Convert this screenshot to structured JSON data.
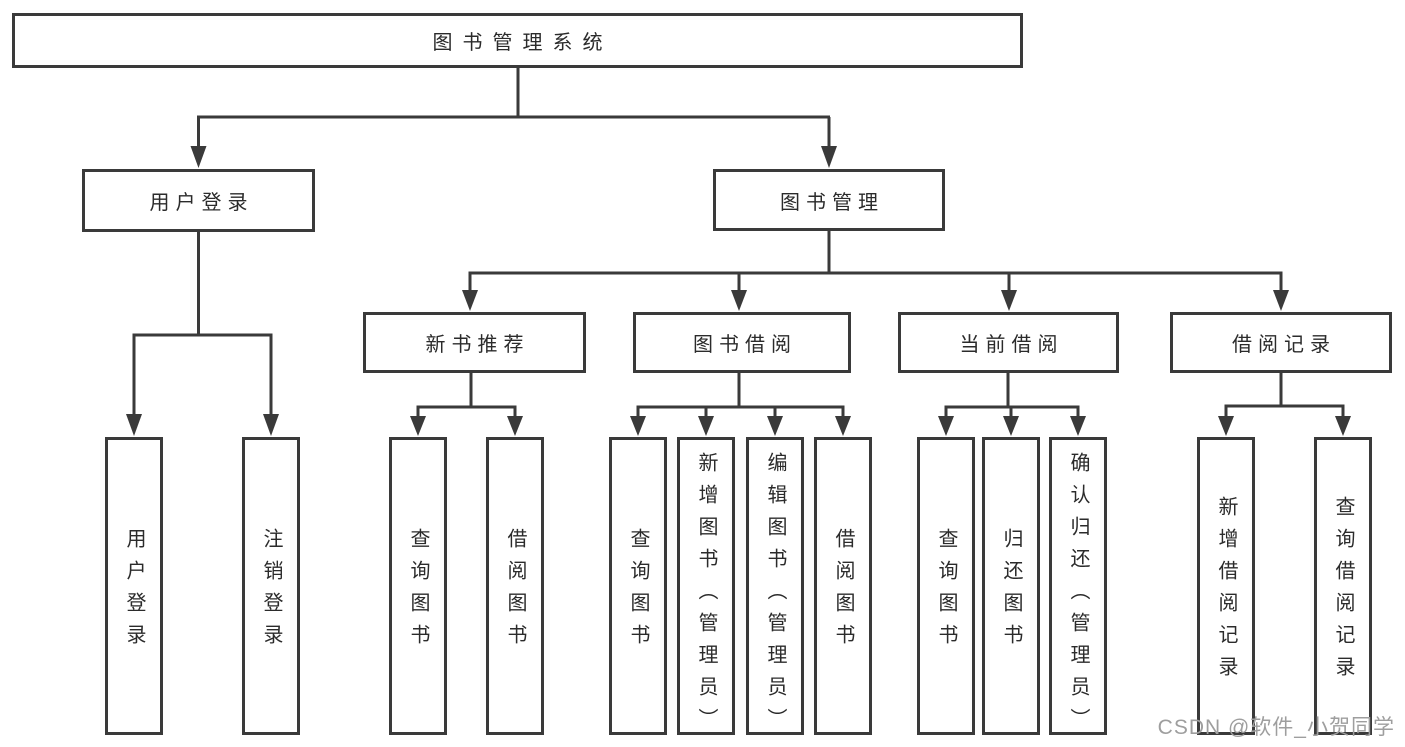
{
  "tree": {
    "label": "图书管理系统",
    "children": [
      {
        "label": "用户登录",
        "children": [
          {
            "label": "用户登录"
          },
          {
            "label": "注销登录"
          }
        ]
      },
      {
        "label": "图书管理",
        "children": [
          {
            "label": "新书推荐",
            "children": [
              {
                "label": "查询图书"
              },
              {
                "label": "借阅图书"
              }
            ]
          },
          {
            "label": "图书借阅",
            "children": [
              {
                "label": "查询图书"
              },
              {
                "label": "新增图书（管理员）"
              },
              {
                "label": "编辑图书（管理员）"
              },
              {
                "label": "借阅图书"
              }
            ]
          },
          {
            "label": "当前借阅",
            "children": [
              {
                "label": "查询图书"
              },
              {
                "label": "归还图书"
              },
              {
                "label": "确认归还（管理员）"
              }
            ]
          },
          {
            "label": "借阅记录",
            "children": [
              {
                "label": "新增借阅记录"
              },
              {
                "label": "查询借阅记录"
              }
            ]
          }
        ]
      }
    ]
  },
  "watermark": "CSDN @软件_小贺同学",
  "colors": {
    "line": "#3a3a3a",
    "text": "#2b2b2b",
    "watermark": "#9e9e9e",
    "background": "#ffffff",
    "box_fill": "#ffffff"
  }
}
